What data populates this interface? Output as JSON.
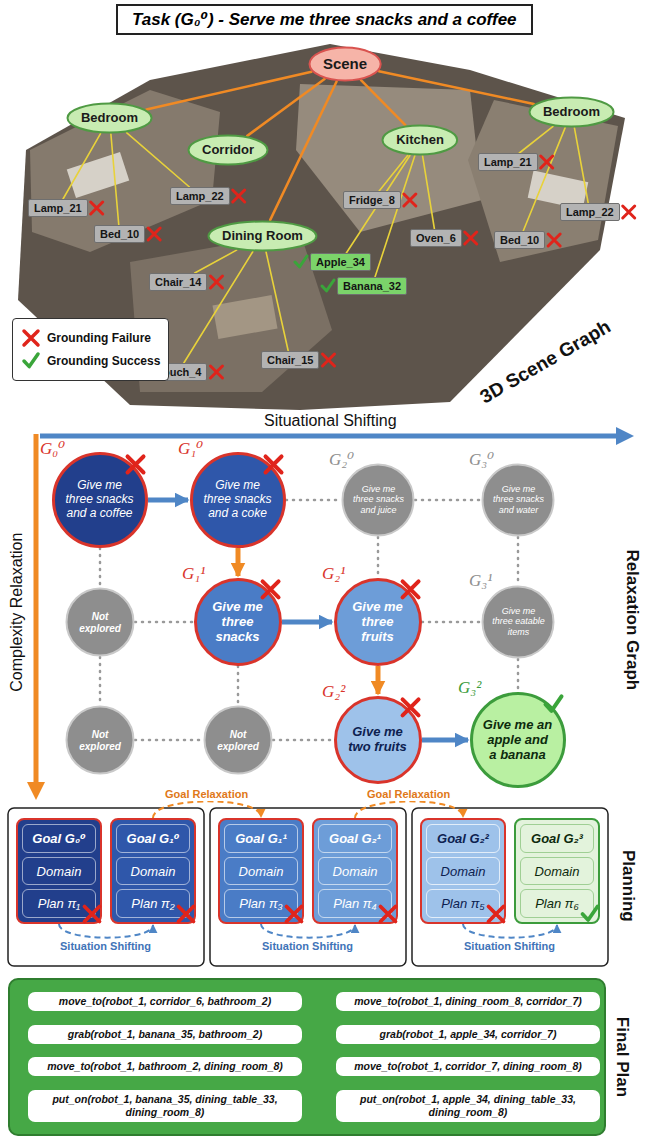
{
  "diagram": {
    "title": "Task (G₀⁰) - Serve me three snacks and a coffee",
    "nodes": [
      {
        "text": [
          "Scene"
        ]
      },
      {
        "text": [
          "Bedroom"
        ]
      },
      {
        "text": [
          "Corridor"
        ]
      },
      {
        "text": [
          "Kitchen"
        ]
      },
      {
        "text": [
          "Bedroom"
        ]
      },
      {
        "text": [
          "Dining Room"
        ]
      },
      {
        "text": [
          "Lamp_21"
        ]
      },
      {
        "text": [
          "Lamp_22"
        ]
      },
      {
        "text": [
          "Bed_10"
        ]
      },
      {
        "text": [
          "Fridge_8"
        ]
      },
      {
        "text": [
          "Apple_34"
        ]
      },
      {
        "text": [
          "Oven_6"
        ]
      },
      {
        "text": [
          "Banana_32"
        ]
      },
      {
        "text": [
          "Chair_14"
        ]
      },
      {
        "text": [
          "Chair_15"
        ]
      },
      {
        "text": [
          "Couch_4"
        ]
      },
      {
        "text": [
          "Lamp_21"
        ]
      },
      {
        "text": [
          "Lamp_22"
        ]
      },
      {
        "text": [
          "Bed_10"
        ]
      },
      {
        "text": [
          "G₀⁰",
          "Give me three snacks and a coffee"
        ]
      },
      {
        "text": [
          "G₁⁰",
          "Give me three snacks and a coke"
        ]
      },
      {
        "text": [
          "G₂⁰",
          "Give me three snacks and juice"
        ]
      },
      {
        "text": [
          "G₃⁰",
          "Give me three snacks and water"
        ]
      },
      {
        "text": [
          "Not explored"
        ]
      },
      {
        "text": [
          "G₁¹",
          "Give me three snacks"
        ]
      },
      {
        "text": [
          "G₂¹",
          "Give me three fruits"
        ]
      },
      {
        "text": [
          "G₃¹",
          "Give me three eatable items"
        ]
      },
      {
        "text": [
          "Not explored"
        ]
      },
      {
        "text": [
          "Not explored"
        ]
      },
      {
        "text": [
          "G₂²",
          "Give me two fruits"
        ]
      },
      {
        "text": [
          "G₃²",
          "Give me an apple and a banana"
        ]
      },
      {
        "text": [
          "Goal G₀⁰",
          "Domain",
          "Plan π₁"
        ]
      },
      {
        "text": [
          "Goal G₁⁰",
          "Domain",
          "Plan π₂"
        ]
      },
      {
        "text": [
          "Goal G₁¹",
          "Domain",
          "Plan π₃"
        ]
      },
      {
        "text": [
          "Goal G₂¹",
          "Domain",
          "Plan π₄"
        ]
      },
      {
        "text": [
          "Goal G₂²",
          "Domain",
          "Plan π₅"
        ]
      },
      {
        "text": [
          "Goal G₂³",
          "Domain",
          "Plan π₆"
        ]
      },
      {
        "text": [
          "Final Plan"
        ]
      },
      {
        "text": [
          "move_to(robot_1, corridor_6, bathroom_2)"
        ],
        "in": 37
      },
      {
        "text": [
          "grab(robot_1, banana_35, bathroom_2)"
        ],
        "in": 37
      },
      {
        "text": [
          "move_to(robot_1, bathroom_2, dining_room_8)"
        ],
        "in": 37
      },
      {
        "text": [
          "put_on(robot_1, banana_35, dining_table_33, dining_room_8)"
        ],
        "in": 37
      },
      {
        "text": [
          "move_to(robot_1, dining_room_8, corridor_7)"
        ],
        "in": 37
      },
      {
        "text": [
          "grab(robot_1, apple_34, corridor_7)"
        ],
        "in": 37
      },
      {
        "text": [
          "move_to(robot_1, corridor_7, dining_room_8)"
        ],
        "in": 37
      },
      {
        "text": [
          "put_on(robot_1, apple_34, dining_table_33, dining_room_8)"
        ],
        "in": 37
      }
    ],
    "edges": [
      {
        "from": 0,
        "to": 1,
        "arrow": "none"
      },
      {
        "from": 0,
        "to": 2,
        "arrow": "none"
      },
      {
        "from": 0,
        "to": 3,
        "arrow": "none"
      },
      {
        "from": 0,
        "to": 4,
        "arrow": "none"
      },
      {
        "from": 0,
        "to": 5,
        "arrow": "none"
      },
      {
        "from": 1,
        "to": 6,
        "arrow": "none"
      },
      {
        "from": 1,
        "to": 7,
        "arrow": "none"
      },
      {
        "from": 1,
        "to": 8,
        "arrow": "none"
      },
      {
        "from": 3,
        "to": 9,
        "arrow": "none"
      },
      {
        "from": 3,
        "to": 10,
        "arrow": "none"
      },
      {
        "from": 3,
        "to": 11,
        "arrow": "none"
      },
      {
        "from": 3,
        "to": 12,
        "arrow": "none"
      },
      {
        "from": 5,
        "to": 13,
        "arrow": "none"
      },
      {
        "from": 5,
        "to": 14,
        "arrow": "none"
      },
      {
        "from": 5,
        "to": 15,
        "arrow": "none"
      },
      {
        "from": 4,
        "to": 16,
        "arrow": "none"
      },
      {
        "from": 4,
        "to": 17,
        "arrow": "none"
      },
      {
        "from": 4,
        "to": 18,
        "arrow": "none"
      },
      {
        "from": 19,
        "to": 20,
        "arrow": "to"
      },
      {
        "from": 20,
        "to": 24,
        "arrow": "to"
      },
      {
        "from": 24,
        "to": 25,
        "arrow": "to"
      },
      {
        "from": 25,
        "to": 29,
        "arrow": "to"
      },
      {
        "from": 29,
        "to": 30,
        "arrow": "to"
      },
      {
        "from": 20,
        "to": 21,
        "arrow": "none"
      },
      {
        "from": 21,
        "to": 22,
        "arrow": "none"
      },
      {
        "from": 23,
        "to": 24,
        "arrow": "none"
      },
      {
        "from": 25,
        "to": 26,
        "arrow": "none"
      },
      {
        "from": 27,
        "to": 28,
        "arrow": "none"
      },
      {
        "from": 28,
        "to": 29,
        "arrow": "none"
      },
      {
        "from": 19,
        "to": 23,
        "arrow": "none"
      },
      {
        "from": 23,
        "to": 27,
        "arrow": "none"
      },
      {
        "from": 24,
        "to": 28,
        "arrow": "none"
      },
      {
        "from": 21,
        "to": 25,
        "arrow": "none"
      },
      {
        "from": 22,
        "to": 26,
        "arrow": "none"
      },
      {
        "from": 26,
        "to": 30,
        "arrow": "none"
      },
      {
        "from": 31,
        "to": 32,
        "arrow": "to",
        "label": "Situation Shifting"
      },
      {
        "from": 32,
        "to": 33,
        "arrow": "to",
        "label": "Goal Relaxation"
      },
      {
        "from": 33,
        "to": 34,
        "arrow": "to",
        "label": "Situation Shifting"
      },
      {
        "from": 34,
        "to": 35,
        "arrow": "to",
        "label": "Goal Relaxation"
      },
      {
        "from": 35,
        "to": 36,
        "arrow": "to",
        "label": "Situation Shifting"
      },
      {
        "from": 38,
        "to": 39,
        "arrow": "to"
      },
      {
        "from": 39,
        "to": 40,
        "arrow": "to"
      },
      {
        "from": 40,
        "to": 41,
        "arrow": "to"
      },
      {
        "from": 41,
        "to": 42,
        "arrow": "to"
      },
      {
        "from": 42,
        "to": 43,
        "arrow": "to"
      },
      {
        "from": 43,
        "to": 44,
        "arrow": "to"
      },
      {
        "from": 44,
        "to": 45,
        "arrow": "to"
      }
    ],
    "labels": [
      "3D Scene Graph",
      "Situational Shifting",
      "Complexity Relaxation",
      "Relaxation Graph",
      "Planning"
    ],
    "legend": [
      {
        "text": "Grounding Failure"
      },
      {
        "text": "Grounding Success"
      }
    ]
  }
}
